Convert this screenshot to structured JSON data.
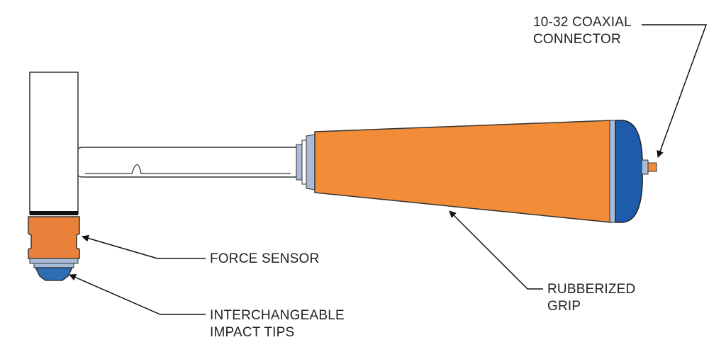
{
  "labels": {
    "connector": {
      "line1": "10-32 COAXIAL",
      "line2": "CONNECTOR"
    },
    "force_sensor": "FORCE SENSOR",
    "impact_tips": {
      "line1": "INTERCHANGEABLE",
      "line2": "IMPACT TIPS"
    },
    "grip": {
      "line1": "RUBBERIZED",
      "line2": "GRIP"
    }
  },
  "colors": {
    "grip": "#F28C38",
    "end_cap": "#1E5BAA",
    "sensor": "#E9813A",
    "tip": "#2E6DB4",
    "steel_ring": "#A8BCD8",
    "outline": "#333333"
  }
}
